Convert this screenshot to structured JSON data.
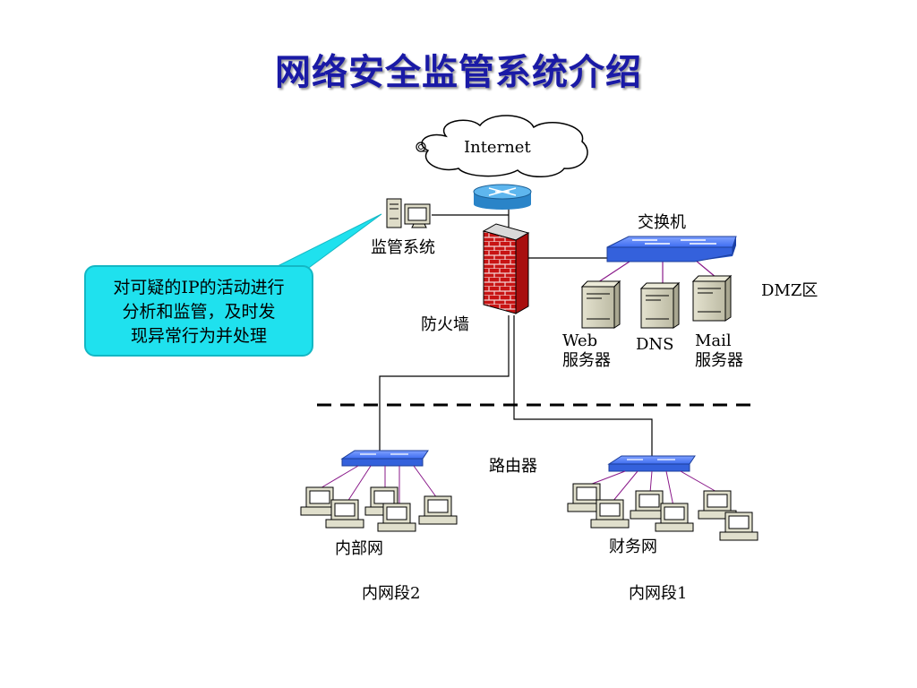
{
  "title": "网络安全监管系统介绍",
  "nodes": {
    "internet": "Internet",
    "switch": "交换机",
    "monitor": "监管系统",
    "dmz": "DMZ区",
    "firewall": "防火墙",
    "web": [
      "Web",
      "服务器"
    ],
    "dns": "DNS",
    "mail": [
      "Mail",
      "服务器"
    ],
    "router": "路由器",
    "internal_net": "内部网",
    "finance_net": "财务网",
    "segment2": "内网段2",
    "segment1": "内网段1"
  },
  "callout": [
    "对可疑的IP的活动进行",
    "分析和监管，及时发",
    "现异常行为并处理"
  ],
  "colors": {
    "title": "#1a1aa6",
    "callout_fill": "#1fe1ee",
    "switch_blue": "#3d6cf0",
    "firewall_red": "#c81414",
    "server_beige": "#d8d6c2",
    "dmz_link_purple": "#8a1a8a"
  }
}
